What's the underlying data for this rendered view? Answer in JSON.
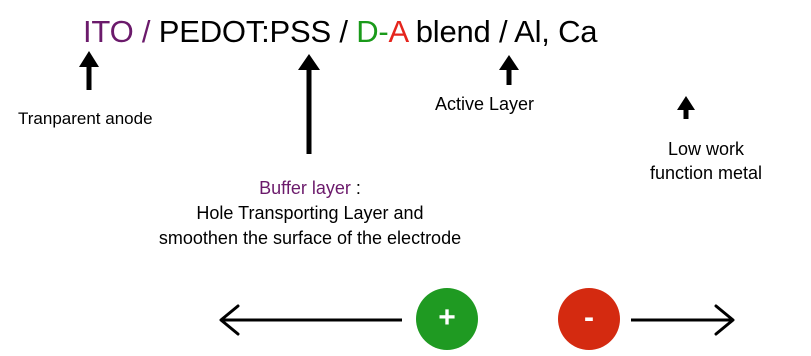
{
  "colors": {
    "purple": "#6b1a6b",
    "green": "#1a9a1a",
    "red": "#e5251d",
    "badge_green": "#1f9a22",
    "badge_red": "#d42a10"
  },
  "stack": {
    "ito": "ITO",
    "sep1": " / ",
    "pedot": "PEDOT:PSS",
    "sep2": " / ",
    "d": "D",
    "dash": "-",
    "a": "A",
    "blend": " blend",
    "sep3": " / ",
    "metals": "Al, Ca"
  },
  "labels": {
    "anode": "Tranparent anode",
    "buffer_title": "Buffer layer",
    "buffer_colon": " :",
    "buffer_line2": "Hole Transporting Layer and",
    "buffer_line3": "smoothen the surface of the electrode",
    "active": "Active Layer",
    "cathode_line1": "Low work",
    "cathode_line2": "function metal"
  },
  "charges": {
    "positive": "+",
    "negative": "-"
  }
}
